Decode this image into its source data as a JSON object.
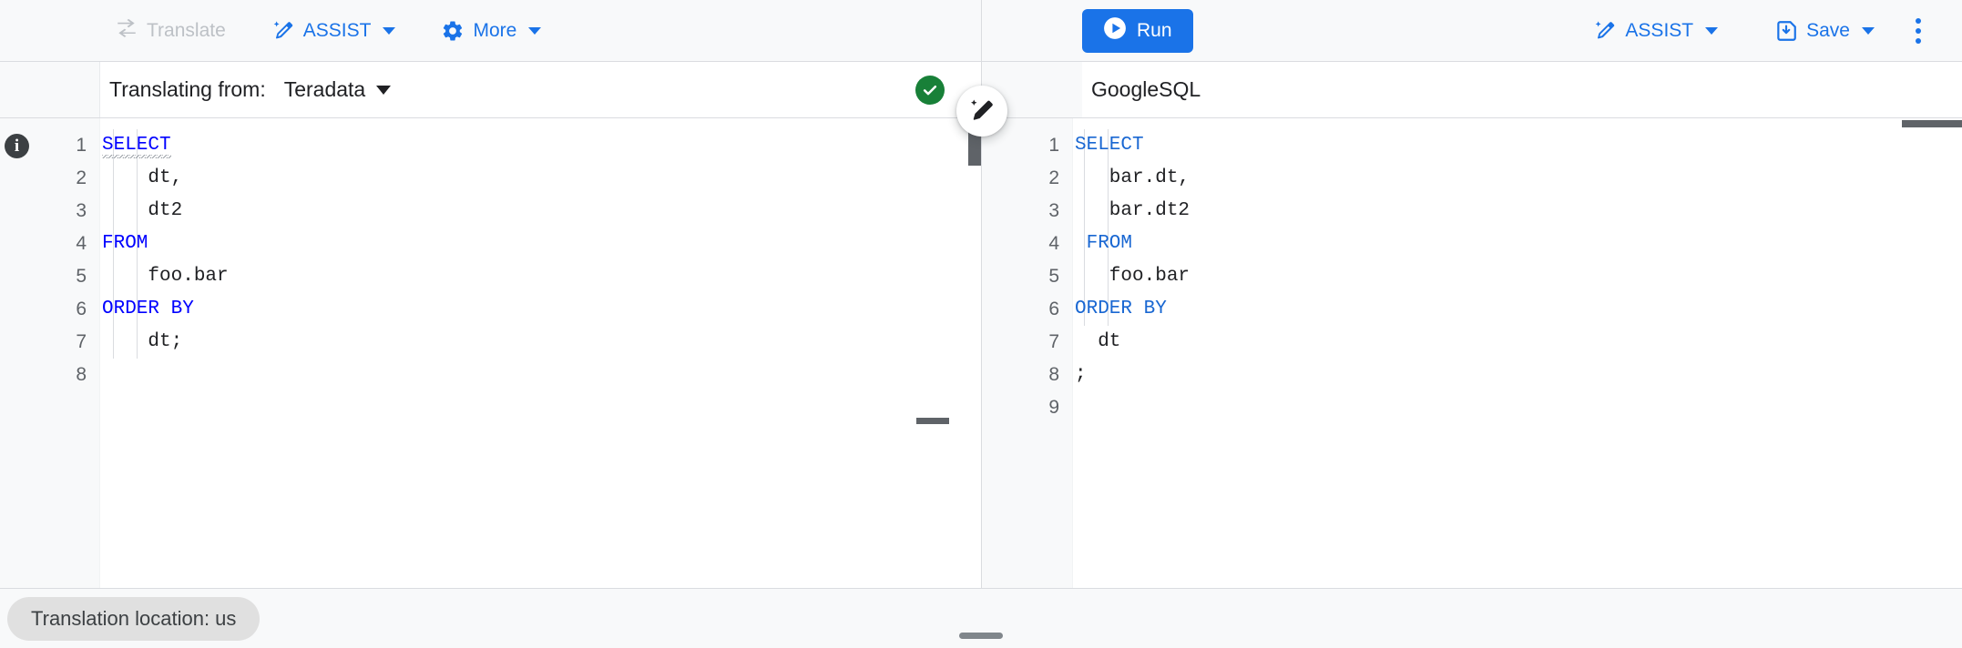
{
  "toolbar": {
    "left": [
      {
        "id": "translate",
        "label": "Translate",
        "icon": "translate-swap-icon",
        "disabled": true,
        "caret": false
      },
      {
        "id": "assist",
        "label": "ASSIST",
        "icon": "magic-wand-icon",
        "disabled": false,
        "caret": true
      },
      {
        "id": "more",
        "label": "More",
        "icon": "gear-icon",
        "disabled": false,
        "caret": true
      }
    ],
    "right": {
      "run_label": "Run",
      "run_icon": "play-icon",
      "assist_label": "ASSIST",
      "assist_icon": "magic-wand-icon",
      "save_label": "Save",
      "save_icon": "save-disk-icon",
      "kebab_icon": "more-vert-icon"
    }
  },
  "source_pane": {
    "prefix_label": "Translating from:",
    "dialect": "Teradata",
    "status_icon": "check-circle-icon",
    "status_color": "#188038",
    "info_icon": "info-icon",
    "line_numbers": [
      "1",
      "2",
      "3",
      "4",
      "5",
      "6",
      "7",
      "8"
    ],
    "code_lines": [
      {
        "indent": 0,
        "tokens": [
          {
            "t": "SELECT",
            "k": true,
            "squiggle": true
          }
        ]
      },
      {
        "indent": 0,
        "tokens": [
          {
            "t": "    dt,",
            "k": false
          }
        ]
      },
      {
        "indent": 0,
        "tokens": [
          {
            "t": "    dt2",
            "k": false
          }
        ]
      },
      {
        "indent": 0,
        "tokens": [
          {
            "t": "FROM",
            "k": true
          }
        ]
      },
      {
        "indent": 0,
        "tokens": [
          {
            "t": "    foo.bar",
            "k": false
          }
        ]
      },
      {
        "indent": 0,
        "tokens": [
          {
            "t": "ORDER BY",
            "k": true
          }
        ]
      },
      {
        "indent": 0,
        "tokens": [
          {
            "t": "    dt;",
            "k": false
          }
        ]
      },
      {
        "indent": 0,
        "tokens": [
          {
            "t": "",
            "k": false
          }
        ]
      }
    ]
  },
  "target_pane": {
    "dialect": "GoogleSQL",
    "line_numbers": [
      "1",
      "2",
      "3",
      "4",
      "5",
      "6",
      "7",
      "8",
      "9"
    ],
    "code_lines": [
      {
        "tokens": [
          {
            "t": "SELECT",
            "k": true
          }
        ]
      },
      {
        "tokens": [
          {
            "t": "   bar.dt,",
            "k": false
          }
        ]
      },
      {
        "tokens": [
          {
            "t": "   bar.dt2",
            "k": false
          }
        ]
      },
      {
        "tokens": [
          {
            "t": " FROM",
            "k": true
          }
        ]
      },
      {
        "tokens": [
          {
            "t": "   foo.bar",
            "k": false
          }
        ]
      },
      {
        "tokens": [
          {
            "t": "ORDER BY",
            "k": true
          }
        ]
      },
      {
        "tokens": [
          {
            "t": "  dt",
            "k": false
          }
        ]
      },
      {
        "tokens": [
          {
            "t": ";",
            "k": false
          }
        ]
      },
      {
        "tokens": [
          {
            "t": "",
            "k": false
          }
        ]
      }
    ]
  },
  "fab": {
    "icon": "magic-wand-edit-icon"
  },
  "statusbar": {
    "location_chip": "Translation location: us"
  },
  "colors": {
    "accent": "#1a73e8",
    "success": "#188038",
    "keyword_source": "#0000ff",
    "keyword_target": "#1967d2",
    "surface": "#f8f9fa",
    "editor_bg": "#ffffff",
    "border": "#dadce0",
    "muted_text": "#5f6368",
    "disabled_text": "#bdc1c6"
  }
}
